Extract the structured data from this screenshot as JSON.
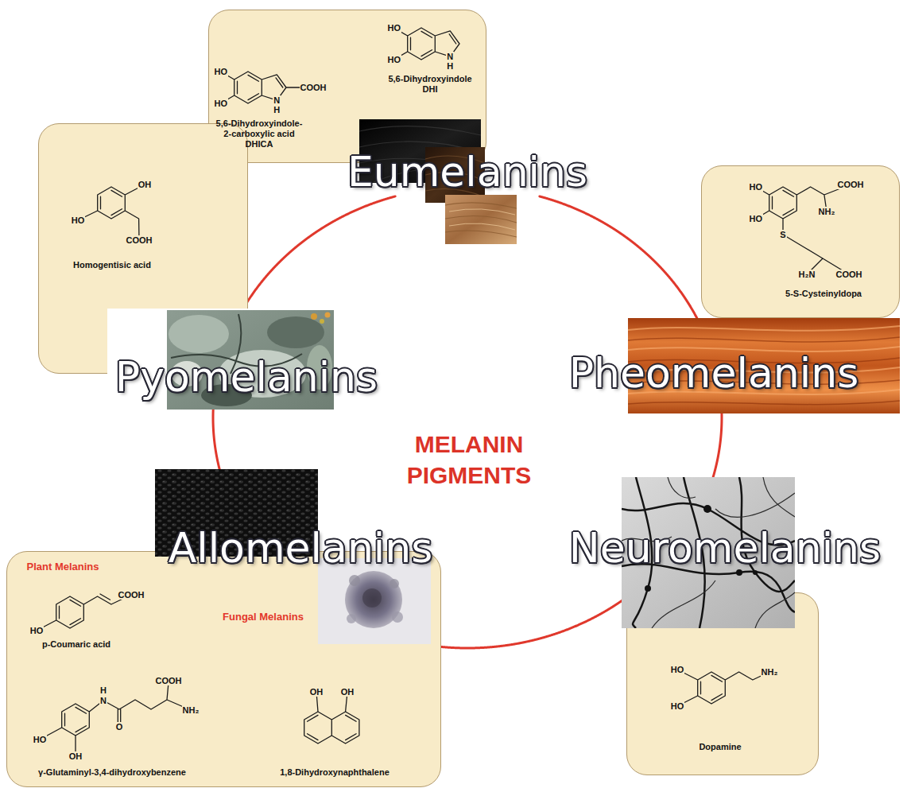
{
  "diagram": {
    "title": "MELANIN PIGMENTS",
    "nodes": [
      {
        "text": [
          "5,6-Dihydroxyindole- 2-carboxylic acid DHICA",
          "5,6-Dihydroxyindole DHI"
        ]
      },
      {
        "text": [
          "Homogentisic acid"
        ]
      },
      {
        "text": [
          "Eumelanins"
        ]
      },
      {
        "text": [
          "5-S-Cysteinyldopa"
        ]
      },
      {
        "text": [
          "Pyomelanins"
        ]
      },
      {
        "text": [
          "Pheomelanins"
        ]
      },
      {
        "text": [
          "Allomelanins"
        ]
      },
      {
        "text": [
          "Neuromelanins"
        ]
      },
      {
        "text": [
          "Plant Melanins",
          "p-Coumaric acid",
          "Fungal Melanins",
          "γ-Glutaminyl-3,4-dihydroxybenzene",
          "1,8-Dihydroxynaphthalene"
        ]
      },
      {
        "text": [
          "Dopamine"
        ]
      }
    ],
    "edges": [
      {
        "from": 2,
        "to": 5,
        "arrow": "none"
      },
      {
        "from": 5,
        "to": 7,
        "arrow": "none"
      },
      {
        "from": 7,
        "to": 6,
        "arrow": "none"
      },
      {
        "from": 6,
        "to": 4,
        "arrow": "none"
      },
      {
        "from": 4,
        "to": 2,
        "arrow": "none"
      }
    ],
    "labels": [
      "HO",
      "HO",
      "N",
      "H",
      "HO",
      "HO",
      "COOH",
      "N",
      "H",
      "OH",
      "HO",
      "COOH",
      "HO",
      "HO",
      "COOH",
      "NH₂",
      "S",
      "H₂N",
      "COOH",
      "COOH",
      "HO",
      "H",
      "N",
      "COOH",
      "NH₂",
      "O",
      "HO",
      "OH",
      "OH",
      "OH",
      "HO",
      "HO",
      "NH₂"
    ]
  }
}
